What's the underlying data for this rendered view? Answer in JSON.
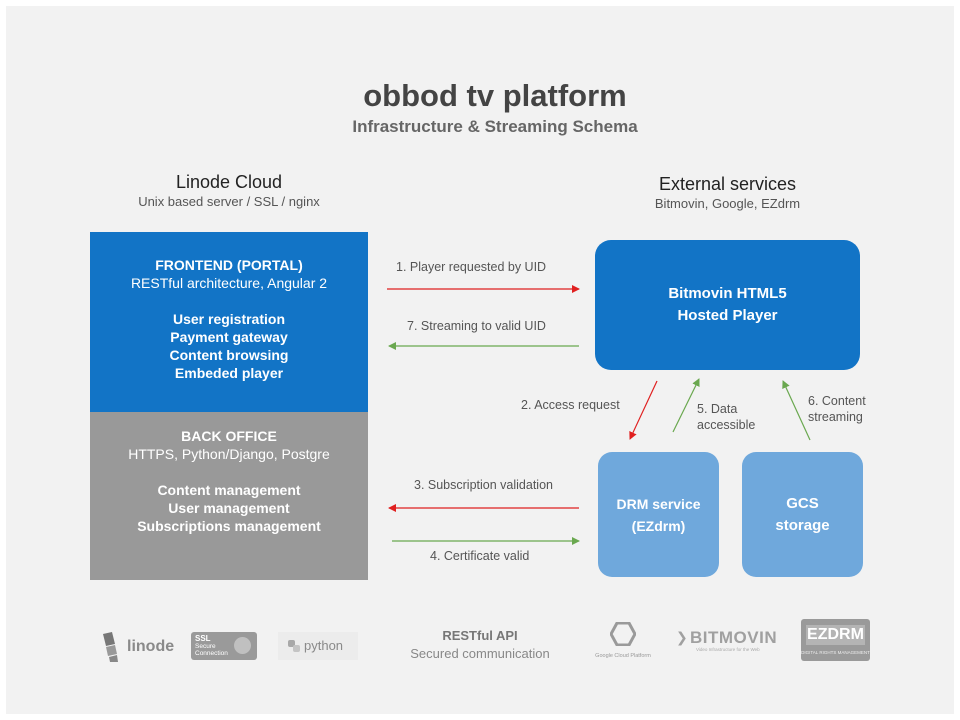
{
  "title": "obbod tv platform",
  "subtitle": "Infrastructure & Streaming Schema",
  "left_section": {
    "title": "Linode Cloud",
    "subtitle": "Unix based server / SSL / nginx"
  },
  "right_section": {
    "title": "External services",
    "subtitle": "Bitmovin, Google, EZdrm"
  },
  "frontend": {
    "heading": "FRONTEND (PORTAL)",
    "tech": "RESTful architecture, Angular 2",
    "features": [
      "User registration",
      "Payment gateway",
      "Content browsing",
      "Embeded player"
    ]
  },
  "backoffice": {
    "heading": "BACK OFFICE",
    "tech": "HTTPS, Python/Django, Postgre",
    "features": [
      "Content management",
      "User management",
      "Subscriptions management"
    ]
  },
  "player": {
    "line1": "Bitmovin HTML5",
    "line2": "Hosted Player"
  },
  "drm": {
    "line1": "DRM service",
    "line2": "(EZdrm)"
  },
  "gcs": {
    "line1": "GCS",
    "line2": "storage"
  },
  "flows": {
    "f1": "1. Player requested by UID",
    "f2": "2. Access request",
    "f3": "3. Subscription validation",
    "f4": "4. Certificate valid",
    "f5a": "5. Data",
    "f5b": "accessible",
    "f6a": "6. Content",
    "f6b": "streaming",
    "f7": "7. Streaming to valid UID"
  },
  "footer": {
    "api_title": "RESTful API",
    "api_sub": "Secured communication",
    "logos": {
      "linode": "linode",
      "ssl": [
        "SSL",
        "Secure",
        "Connection"
      ],
      "python": "python",
      "gcp": "Google Cloud Platform",
      "bitmovin": "BITMOVIN",
      "bitmovin_tag": "Video Infrastructure for the Web",
      "ezdrm": "EZDRM",
      "ezdrm_tag": "DIGITAL RIGHTS MANAGEMENT"
    }
  },
  "colors": {
    "blue": "#1274c6",
    "light_blue": "#6fa8dc",
    "gray": "#999999",
    "red_arrow": "#e02020",
    "green_arrow": "#6aa84f"
  }
}
